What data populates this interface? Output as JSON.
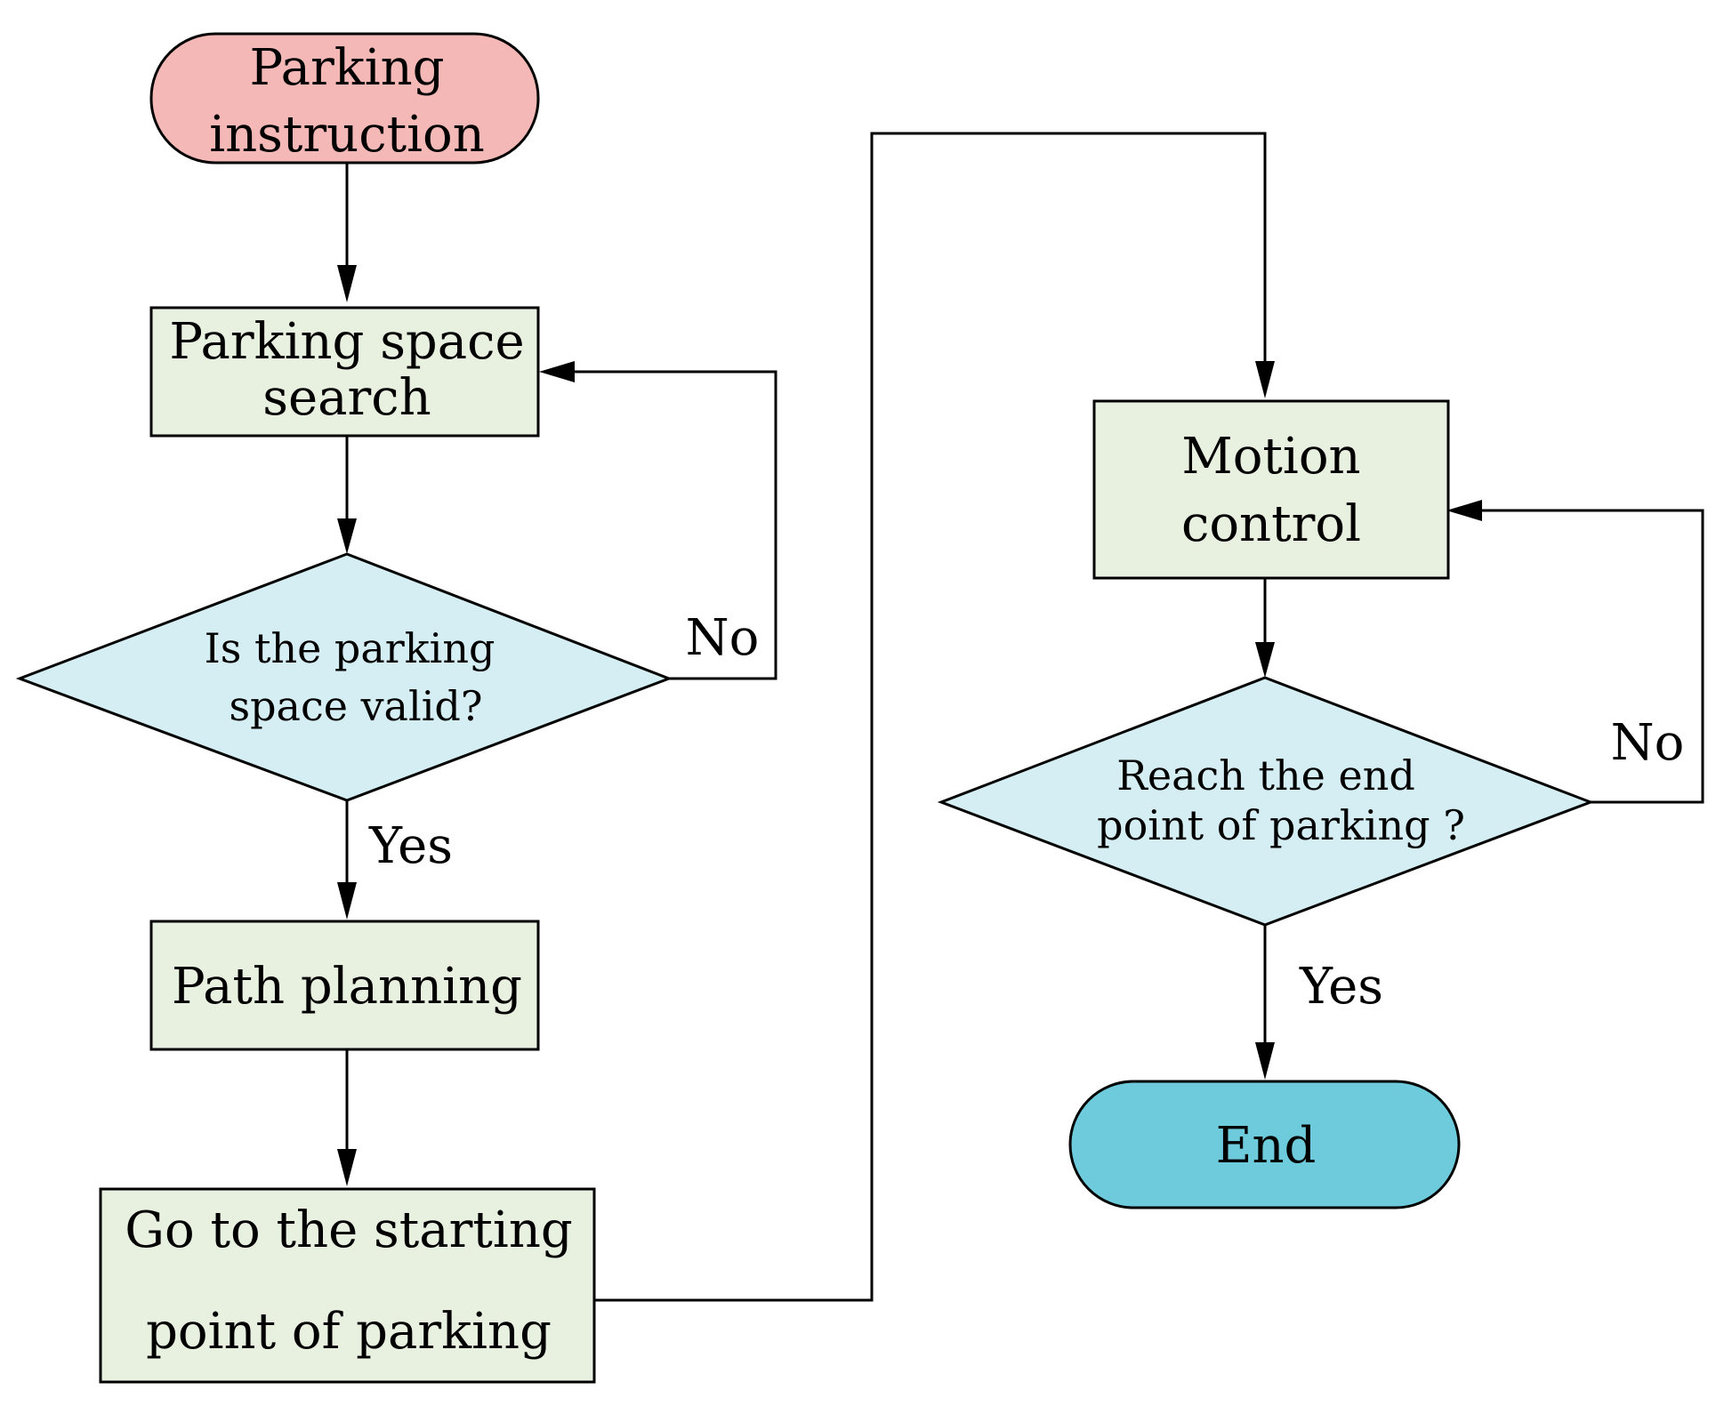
{
  "colors": {
    "start": "#f4b9b6",
    "process": "#e8f0df",
    "decision": "#d4eef3",
    "end": "#6ecbdc",
    "line": "#000000"
  },
  "nodes": {
    "start": {
      "line1": "Parking",
      "line2": "instruction"
    },
    "search": {
      "line1": "Parking space",
      "line2": "search"
    },
    "valid": {
      "line1": "Is the parking",
      "line2": "space valid?"
    },
    "path": {
      "line1": "Path planning"
    },
    "goto": {
      "line1": "Go to the starting",
      "line2": "point of parking"
    },
    "motion": {
      "line1": "Motion",
      "line2": "control"
    },
    "reach": {
      "line1": "Reach the end",
      "line2": "point of parking ?"
    },
    "end": {
      "line1": "End"
    }
  },
  "labels": {
    "valid_no": "No",
    "valid_yes": "Yes",
    "reach_no": "No",
    "reach_yes": "Yes"
  }
}
